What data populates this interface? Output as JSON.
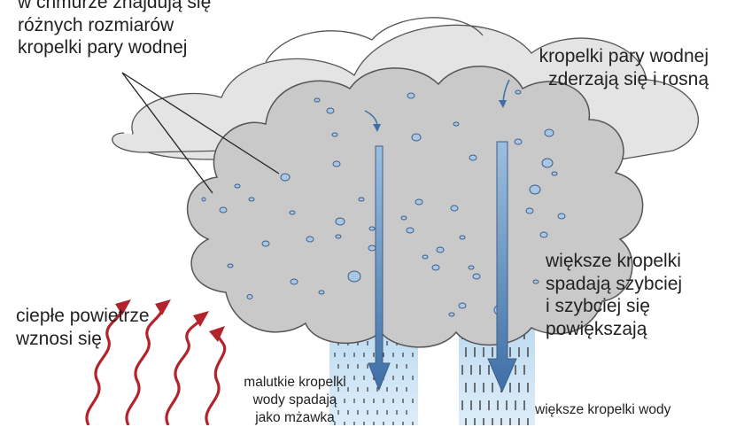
{
  "labels": {
    "cloud_droplets": [
      "w chmurze znajdują się",
      "różnych rozmiarów",
      "kropelki pary wodnej"
    ],
    "collide": [
      "kropelki pary wodnej",
      "zderzają się i rosną"
    ],
    "larger_fall": [
      "większe kropelki",
      "spadają szybciej",
      "i szybciej się",
      "powiększają"
    ],
    "warm_air": [
      "ciepłe powietrze",
      "wznosi się"
    ],
    "drizzle": [
      "malutkie kropelki",
      "wody spadają",
      "jako mżawka"
    ],
    "large_drops": [
      "większe kropelki wody"
    ]
  },
  "colors": {
    "cloud_front": "#c9c9c9",
    "cloud_back": "#e4e4e4",
    "cloud_outline": "#555555",
    "droplet": "#a9c7e4",
    "droplet_outline": "#3e5f86",
    "fall_arrow": "#4d7fb6",
    "rain_shaft": "#bcdaf0",
    "warm_air_arrow": "#b3232b",
    "pointer_line": "#222222",
    "text": "#222222"
  },
  "icons": [
    "warm-air-arrow-icon",
    "fall-arrow-icon"
  ]
}
